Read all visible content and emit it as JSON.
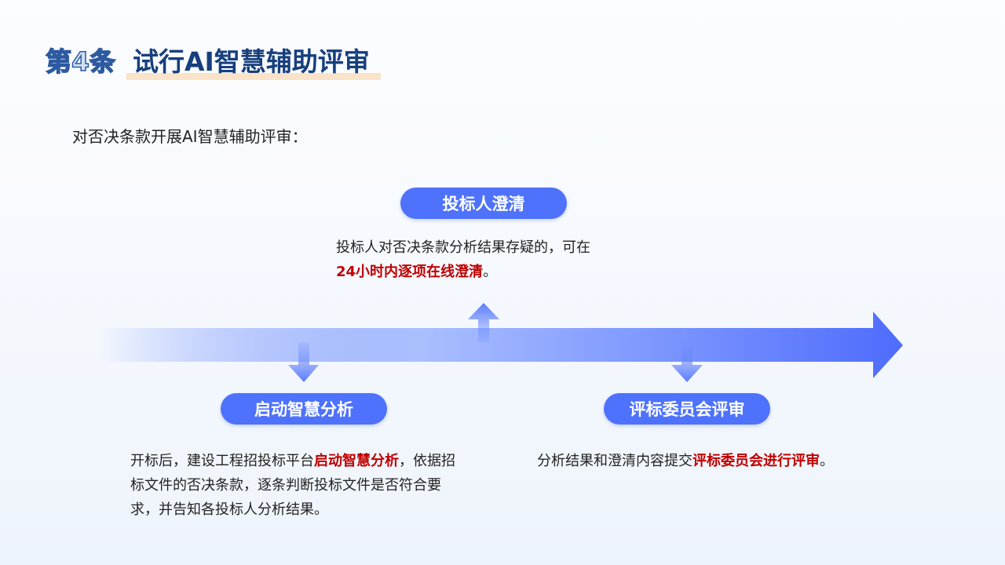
{
  "title": {
    "number": "第4条",
    "text": "试行AI智慧辅助评审"
  },
  "intro": "对否决条款开展AI智慧辅助评审：",
  "steps": [
    {
      "label": "投标人澄清",
      "text": "投标人对否决条款分析结果存疑的，可在",
      "highlight": "24小时内逐项在线澄清",
      "tail": "。"
    },
    {
      "label": "启动智慧分析",
      "pre": "开标后，建设工程招投标平台",
      "highlight": "启动智慧分析",
      "tail": "，依据招标文件的否决条款，逐条判断投标文件是否符合要求，并告知各投标人分析结果。"
    },
    {
      "label": "评标委员会评审",
      "pre": "分析结果和澄清内容提交",
      "highlight": "评标委员会进行评审",
      "tail": "。"
    }
  ],
  "colors": {
    "accent": "#4e72fc",
    "highlight": "#c00000",
    "title": "#173f7d"
  }
}
